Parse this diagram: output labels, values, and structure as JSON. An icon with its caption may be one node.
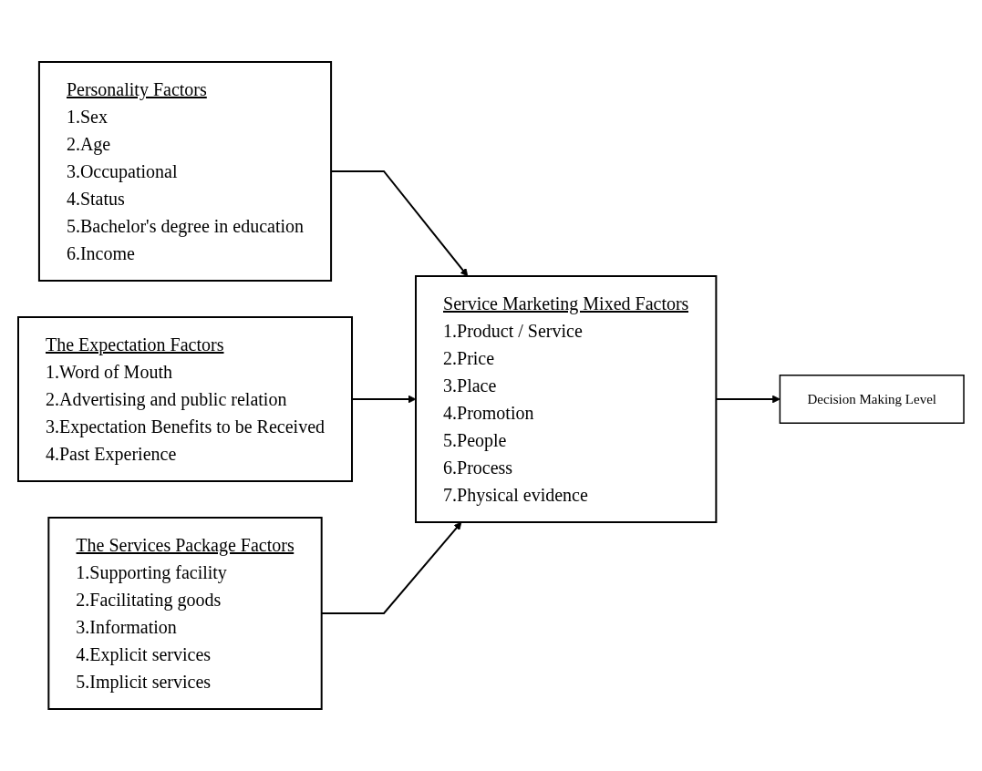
{
  "diagram": {
    "nodes": [
      {
        "text": [
          "Personality Factors",
          "1.Sex",
          "2.Age",
          "3.Occupational",
          "4.Status",
          "5.Bachelor's degree in education",
          "6.Income"
        ]
      },
      {
        "text": [
          "The Expectation Factors",
          "1.Word of Mouth",
          "2.Advertising and public relation",
          "3.Expectation Benefits to be Received",
          "4.Past Experience"
        ]
      },
      {
        "text": [
          "The Services Package Factors",
          "1.Supporting facility",
          "2.Facilitating goods",
          "3.Information",
          "4.Explicit services",
          "5.Implicit services"
        ]
      },
      {
        "text": [
          "Service Marketing Mixed Factors",
          "1.Product / Service",
          "2.Price",
          "3.Place",
          "4.Promotion",
          "5.People",
          "6.Process",
          "7.Physical evidence"
        ]
      },
      {
        "text": [
          "Decision Making Level"
        ]
      }
    ],
    "edges": [
      {
        "from": 0,
        "to": 3,
        "arrow": "to"
      },
      {
        "from": 1,
        "to": 3,
        "arrow": "to"
      },
      {
        "from": 2,
        "to": 3,
        "arrow": "to"
      },
      {
        "from": 3,
        "to": 4,
        "arrow": "to"
      }
    ]
  }
}
